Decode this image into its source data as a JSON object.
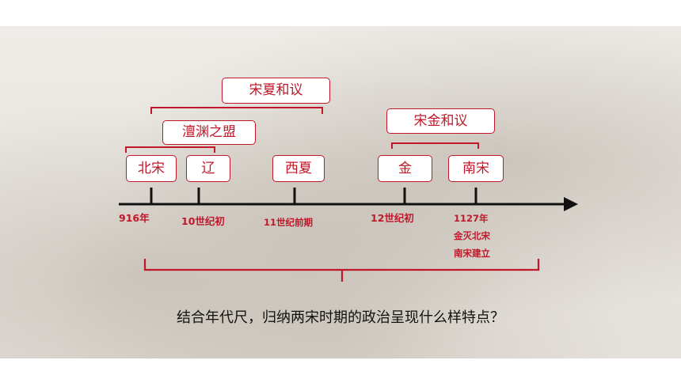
{
  "boxes": {
    "song_xia_peace": "宋夏和议",
    "chanyuan": "澶渊之盟",
    "song_jin_peace": "宋金和议",
    "northern_song": "北宋",
    "liao": "辽",
    "western_xia": "西夏",
    "jin": "金",
    "southern_song": "南宋"
  },
  "ticks": {
    "t916": "916年",
    "t10c": "10世纪初",
    "t11c": "11世纪前期",
    "t12c": "12世纪初",
    "t1127_year": "1127年",
    "t1127_line2": "金灭北宋",
    "t1127_line3": "南宋建立"
  },
  "question": "结合年代尺，归纳两宋时期的政治呈现什么样特点？",
  "colors": {
    "accent": "#c0182a",
    "text": "#111111"
  }
}
